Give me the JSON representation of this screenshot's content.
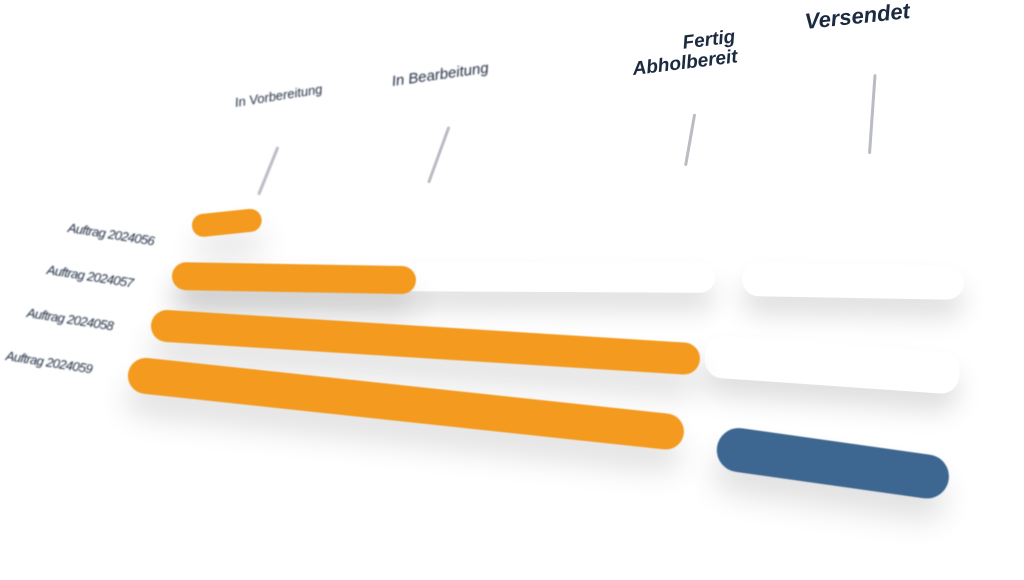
{
  "stages": [
    {
      "id": "prep",
      "label": "In Vorbereitung"
    },
    {
      "id": "work",
      "label": "In Bearbeitung"
    },
    {
      "id": "ready",
      "label": "Fertig\nAbholbereit"
    },
    {
      "id": "sent",
      "label": "Versendet"
    }
  ],
  "orders": [
    {
      "label": "Auftrag 2024056",
      "stage": "In Vorbereitung"
    },
    {
      "label": "Auftrag 2024057",
      "stage": "In Bearbeitung"
    },
    {
      "label": "Auftrag 2024058",
      "stage": "Fertig Abholbereit"
    },
    {
      "label": "Auftrag 2024059",
      "stage": "Versendet"
    }
  ],
  "colors": {
    "progress": "#f39a1f",
    "shipped": "#3d6690",
    "track": "#ffffff",
    "text": "#1b2a3f",
    "tick": "#b9bcc2"
  }
}
